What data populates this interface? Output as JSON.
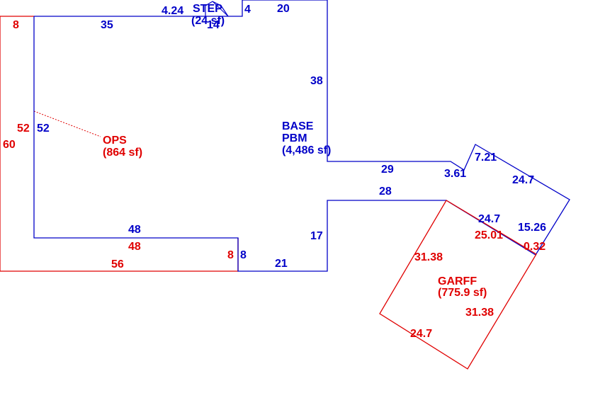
{
  "colors": {
    "base": "#0000c8",
    "ops": "#e00000",
    "garff": "#e00000"
  },
  "areas": {
    "base": {
      "name": "BASE",
      "sub": "PBM",
      "area": "(4,486 sf)"
    },
    "ops": {
      "name": "OPS",
      "area": "(864 sf)"
    },
    "garff": {
      "name": "GARFF",
      "area": "(775.9 sf)"
    },
    "small": {
      "name": "STEP",
      "area": "(24 sf)"
    }
  },
  "dims": {
    "ops_top": "8",
    "base_top": "35",
    "small_a": "4.24",
    "small_b": "4",
    "base_topright": "20",
    "base_right": "38",
    "ops_left_inner": "52",
    "base_left": "52",
    "ops_left_outer": "60",
    "base_mid": "29",
    "diag_short": "3.61",
    "diag_a": "7.21",
    "diag_b": "24.7",
    "base_step_top": "28",
    "diag_c": "24.7",
    "diag_d": "15.26",
    "garff_top": "25.01",
    "garff_small": "0.32",
    "base_bottom_inner": "48",
    "ops_bottom_inner": "48",
    "base_right_lower": "17",
    "ops_bottom": "56",
    "ops_right": "8",
    "base_right_step": "8",
    "base_bottom": "21",
    "garff_left": "31.38",
    "garff_right": "31.38",
    "garff_bottom": "24.7",
    "small_c": "14"
  }
}
